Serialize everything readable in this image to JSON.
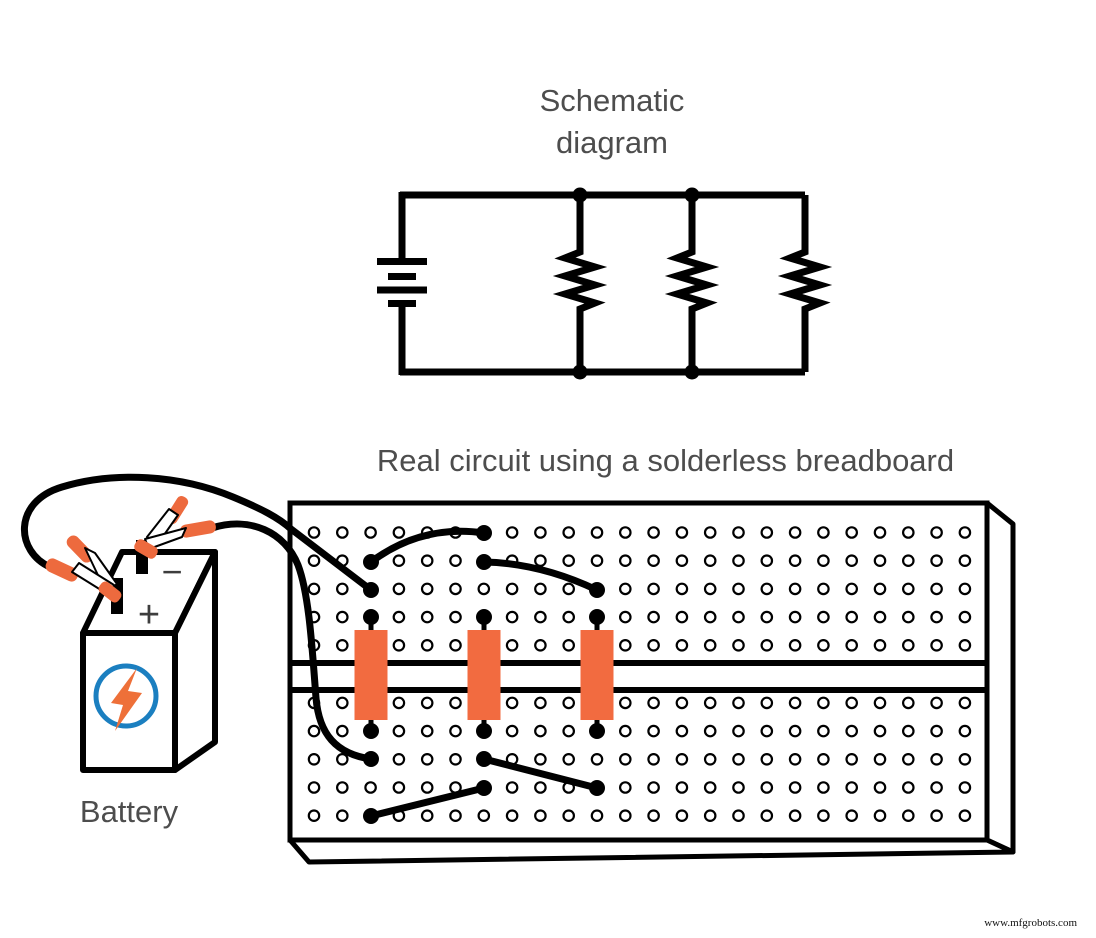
{
  "titles": {
    "schematic_line1": "Schematic",
    "schematic_line2": "diagram",
    "real_circuit": "Real circuit using a solderless breadboard"
  },
  "battery": {
    "label": "Battery",
    "plus": "+",
    "minus": "−"
  },
  "watermark": "www.mfgrobots.com",
  "components": {
    "resistor_count": 3,
    "breadboard": {
      "columns": 24,
      "rows_per_half": 5,
      "halves": 2
    }
  },
  "colors": {
    "resistor_orange": "#f26b40",
    "clip_orange": "#ed6a3e",
    "bolt_orange": "#ee7039",
    "circle_blue": "#1b7fc0",
    "text_gray": "#4d4d4d",
    "wire_black": "#000000"
  }
}
